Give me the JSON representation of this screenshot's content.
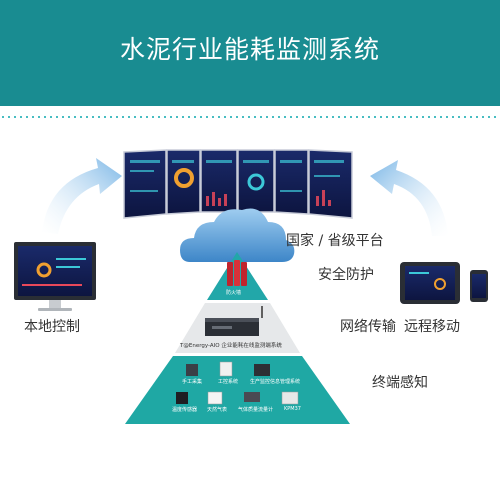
{
  "title": "水泥行业能耗监测系统",
  "labels": {
    "platform": "国家 / 省级平台",
    "security": "安全防护",
    "local": "本地控制",
    "network": "网络传输",
    "remote": "远程移动",
    "terminal": "终端感知"
  },
  "device": {
    "server_name": "T@Energy-AIO 企业能耗在线监测端系统",
    "firewall_name": "防火墙",
    "meters": [
      "手工采集",
      "工控系统",
      "生产监控信息管理系统",
      "温度传感器",
      "天然气表",
      "气体质量流量计",
      "KPM37"
    ]
  },
  "colors": {
    "header": "#198c91",
    "pyramid_top": "#22a7a9",
    "pyramid_mid": "#e6e8ea",
    "pyramid_bottom": "#1fa8a4",
    "arrow": "#8fc3ea",
    "cloud": "#6aa8dc"
  }
}
